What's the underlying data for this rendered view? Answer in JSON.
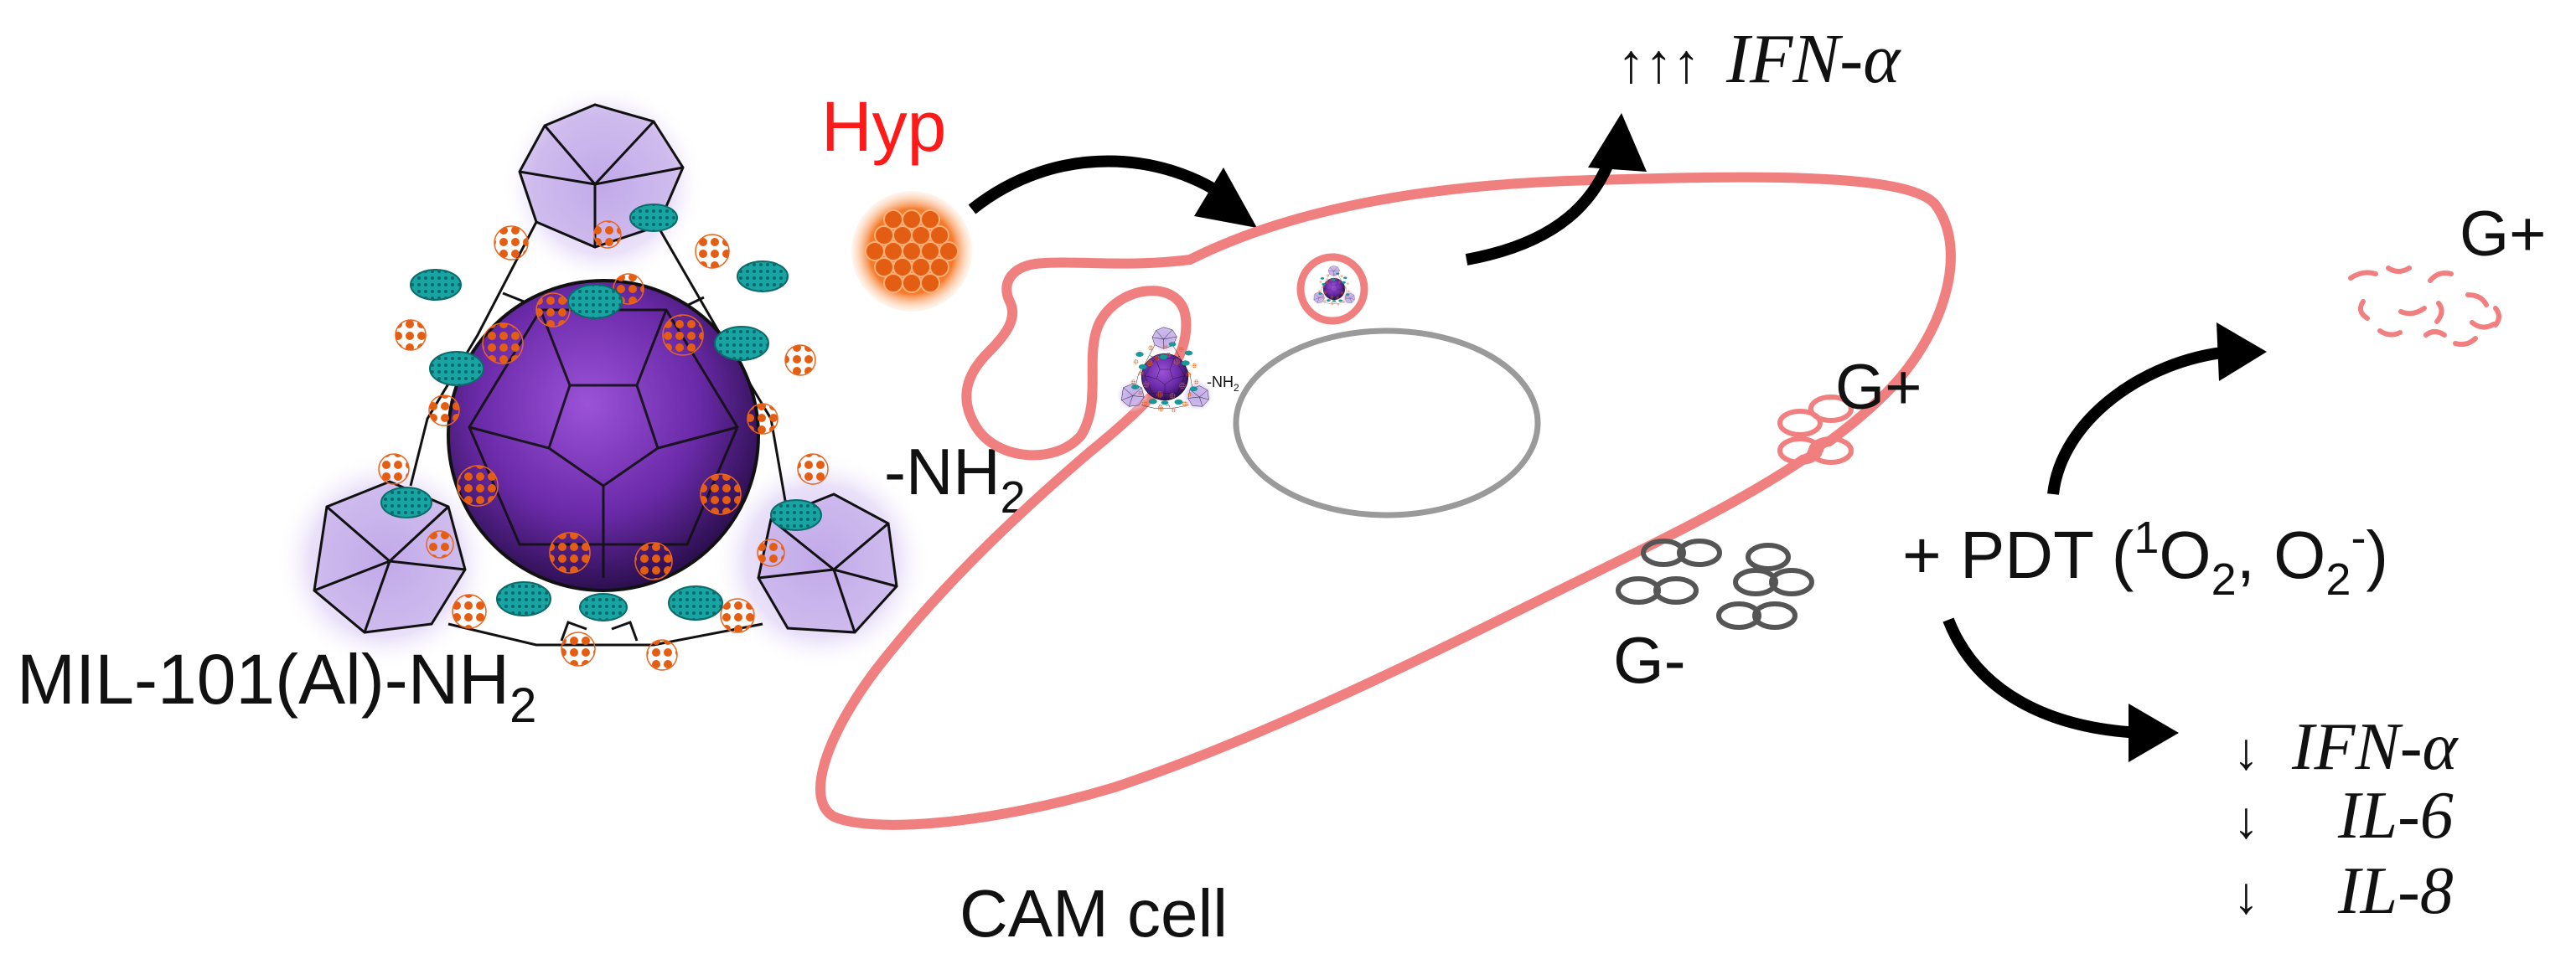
{
  "labels": {
    "hyp": "Hyp",
    "amine_group": "-NH",
    "amine_sub": "2",
    "mof_name": "MIL-101(Al)-NH",
    "mof_sub": "2",
    "cell": "CAM cell",
    "gram_pos_in": "G+",
    "gram_neg": "G-",
    "gram_pos_out": "G+",
    "mini_amine": "-NH",
    "mini_amine_sub": "2"
  },
  "top_output": {
    "arrows": "↑↑↑",
    "cytokine": "IFN-α"
  },
  "pdt": {
    "prefix": "+ PDT (",
    "sup1": "1",
    "o2a": "O",
    "sub2a": "2",
    "sep": ", O",
    "sub2b": "2",
    "sup_minus": "-",
    "suffix": ")"
  },
  "downregulated": [
    {
      "arrow": "↓",
      "name": "IFN-α"
    },
    {
      "arrow": "↓",
      "name": "IL-6"
    },
    {
      "arrow": "↓",
      "name": "IL-8"
    }
  ],
  "colors": {
    "hyp_red": "#ff1a1a",
    "membrane": "#f08080",
    "nucleus": "#9a9a9a",
    "mof_purple": "#a98ad6",
    "core_purple": "#6a2aa8",
    "teal": "#139a9a",
    "orange": "#f07a30",
    "bacteria_neg": "#555555",
    "bacteria_pos": "#f27f7f"
  }
}
